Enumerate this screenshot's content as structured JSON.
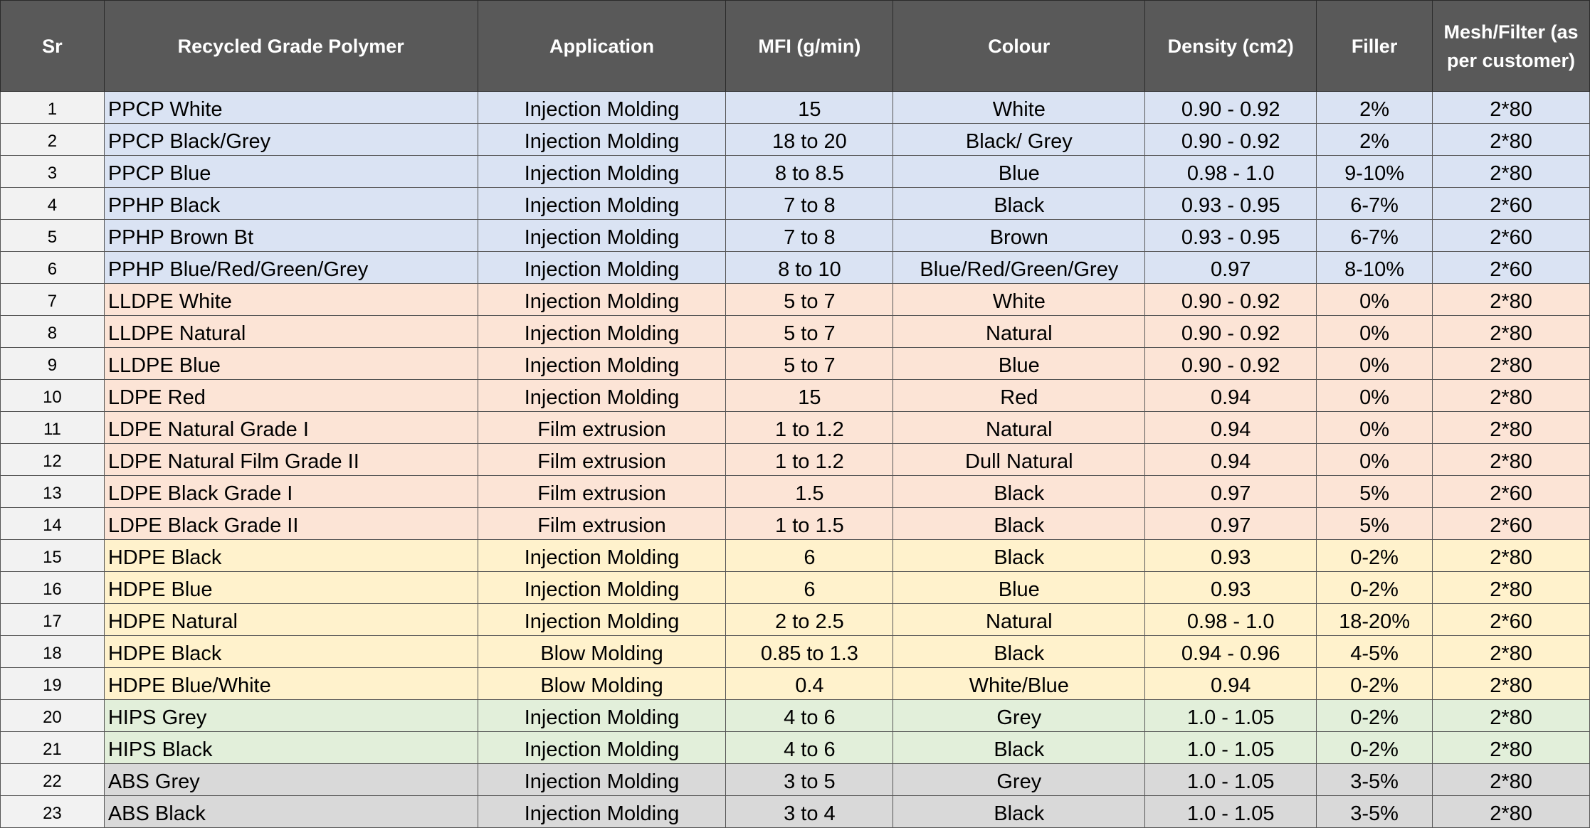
{
  "headers": {
    "sr": "Sr",
    "polymer": "Recycled Grade Polymer",
    "application": "Application",
    "mfi": "MFI (g/min)",
    "colour": "Colour",
    "density": "Density (cm2)",
    "filler": "Filler",
    "mesh": "Mesh/Filter (as per customer)"
  },
  "group_colors": {
    "pp": "#dae3f3",
    "pe": "#fce4d6",
    "hdpe": "#fff2cc",
    "hips": "#e2efda",
    "abs": "#d9d9d9",
    "header": "#595959"
  },
  "rows": [
    {
      "sr": "1",
      "polymer": "PPCP White",
      "application": "Injection Molding",
      "mfi": "15",
      "colour": "White",
      "density": "0.90 - 0.92",
      "filler": "2%",
      "mesh": "2*80"
    },
    {
      "sr": "2",
      "polymer": "PPCP Black/Grey",
      "application": "Injection Molding",
      "mfi": "18 to 20",
      "colour": "Black/ Grey",
      "density": "0.90 - 0.92",
      "filler": "2%",
      "mesh": "2*80"
    },
    {
      "sr": "3",
      "polymer": "PPCP Blue",
      "application": "Injection Molding",
      "mfi": "8 to 8.5",
      "colour": "Blue",
      "density": "0.98 - 1.0",
      "filler": "9-10%",
      "mesh": "2*80"
    },
    {
      "sr": "4",
      "polymer": "PPHP Black",
      "application": "Injection Molding",
      "mfi": "7 to 8",
      "colour": "Black",
      "density": "0.93 - 0.95",
      "filler": "6-7%",
      "mesh": "2*60"
    },
    {
      "sr": "5",
      "polymer": "PPHP Brown Bt",
      "application": "Injection Molding",
      "mfi": "7 to 8",
      "colour": "Brown",
      "density": "0.93 - 0.95",
      "filler": "6-7%",
      "mesh": "2*60"
    },
    {
      "sr": "6",
      "polymer": "PPHP Blue/Red/Green/Grey",
      "application": "Injection Molding",
      "mfi": "8 to 10",
      "colour": "Blue/Red/Green/Grey",
      "density": "0.97",
      "filler": "8-10%",
      "mesh": "2*60"
    },
    {
      "sr": "7",
      "polymer": "LLDPE White",
      "application": "Injection Molding",
      "mfi": "5 to 7",
      "colour": "White",
      "density": "0.90 - 0.92",
      "filler": "0%",
      "mesh": "2*80"
    },
    {
      "sr": "8",
      "polymer": "LLDPE Natural",
      "application": "Injection Molding",
      "mfi": "5 to 7",
      "colour": "Natural",
      "density": "0.90 - 0.92",
      "filler": "0%",
      "mesh": "2*80"
    },
    {
      "sr": "9",
      "polymer": "LLDPE Blue",
      "application": "Injection Molding",
      "mfi": "5 to 7",
      "colour": "Blue",
      "density": "0.90 - 0.92",
      "filler": "0%",
      "mesh": "2*80"
    },
    {
      "sr": "10",
      "polymer": "LDPE Red",
      "application": "Injection Molding",
      "mfi": "15",
      "colour": "Red",
      "density": "0.94",
      "filler": "0%",
      "mesh": "2*80"
    },
    {
      "sr": "11",
      "polymer": "LDPE Natural Grade I",
      "application": "Film extrusion",
      "mfi": "1 to 1.2",
      "colour": "Natural",
      "density": "0.94",
      "filler": "0%",
      "mesh": "2*80"
    },
    {
      "sr": "12",
      "polymer": "LDPE Natural Film Grade II",
      "application": "Film extrusion",
      "mfi": "1 to 1.2",
      "colour": "Dull Natural",
      "density": "0.94",
      "filler": "0%",
      "mesh": "2*80"
    },
    {
      "sr": "13",
      "polymer": "LDPE Black Grade I",
      "application": "Film extrusion",
      "mfi": "1.5",
      "colour": "Black",
      "density": "0.97",
      "filler": "5%",
      "mesh": "2*60"
    },
    {
      "sr": "14",
      "polymer": "LDPE Black Grade II",
      "application": "Film extrusion",
      "mfi": "1 to 1.5",
      "colour": "Black",
      "density": "0.97",
      "filler": "5%",
      "mesh": "2*60"
    },
    {
      "sr": "15",
      "polymer": "HDPE Black",
      "application": "Injection Molding",
      "mfi": "6",
      "colour": "Black",
      "density": "0.93",
      "filler": "0-2%",
      "mesh": "2*80"
    },
    {
      "sr": "16",
      "polymer": "HDPE Blue",
      "application": "Injection Molding",
      "mfi": "6",
      "colour": "Blue",
      "density": "0.93",
      "filler": "0-2%",
      "mesh": "2*80"
    },
    {
      "sr": "17",
      "polymer": "HDPE Natural",
      "application": "Injection Molding",
      "mfi": "2 to 2.5",
      "colour": "Natural",
      "density": "0.98 - 1.0",
      "filler": "18-20%",
      "mesh": "2*60"
    },
    {
      "sr": "18",
      "polymer": "HDPE Black",
      "application": "Blow Molding",
      "mfi": "0.85 to 1.3",
      "colour": "Black",
      "density": "0.94 - 0.96",
      "filler": "4-5%",
      "mesh": "2*80"
    },
    {
      "sr": "19",
      "polymer": "HDPE Blue/White",
      "application": "Blow Molding",
      "mfi": "0.4",
      "colour": "White/Blue",
      "density": "0.94",
      "filler": "0-2%",
      "mesh": "2*80"
    },
    {
      "sr": "20",
      "polymer": "HIPS Grey",
      "application": "Injection Molding",
      "mfi": "4 to 6",
      "colour": "Grey",
      "density": "1.0 - 1.05",
      "filler": "0-2%",
      "mesh": "2*80"
    },
    {
      "sr": "21",
      "polymer": "HIPS Black",
      "application": "Injection Molding",
      "mfi": "4 to 6",
      "colour": "Black",
      "density": "1.0 - 1.05",
      "filler": "0-2%",
      "mesh": "2*80"
    },
    {
      "sr": "22",
      "polymer": "ABS Grey",
      "application": "Injection Molding",
      "mfi": "3 to 5",
      "colour": "Grey",
      "density": "1.0 - 1.05",
      "filler": "3-5%",
      "mesh": "2*80"
    },
    {
      "sr": "23",
      "polymer": "ABS Black",
      "application": "Injection Molding",
      "mfi": "3 to 4",
      "colour": "Black",
      "density": "1.0 - 1.05",
      "filler": "3-5%",
      "mesh": "2*80"
    }
  ]
}
